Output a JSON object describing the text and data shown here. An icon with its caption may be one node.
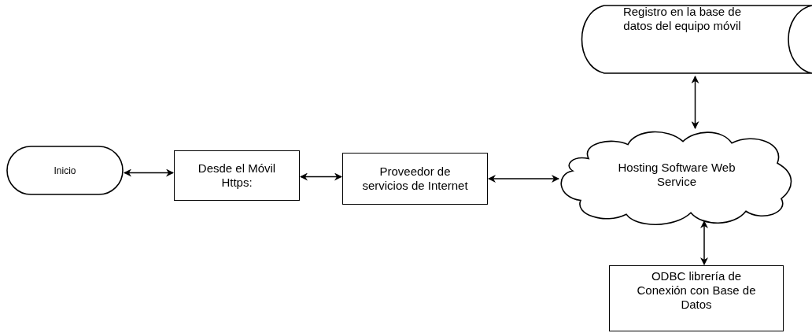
{
  "diagram": {
    "nodes": [
      {
        "text": [
          "Inicio"
        ]
      },
      {
        "text": [
          "Desde el Móvil Https:"
        ]
      },
      {
        "text": [
          "Proveedor de servicios de Internet"
        ]
      },
      {
        "text": [
          "Hosting Software Web Service"
        ]
      },
      {
        "text": [
          "Registro en la base de datos del equipo móvil"
        ]
      },
      {
        "text": [
          "ODBC librería de Conexión con Base de Datos"
        ]
      }
    ],
    "edges": [
      {
        "from": 0,
        "to": 1,
        "arrow": "both"
      },
      {
        "from": 1,
        "to": 2,
        "arrow": "both"
      },
      {
        "from": 2,
        "to": 3,
        "arrow": "both"
      },
      {
        "from": 4,
        "to": 3,
        "arrow": "both"
      },
      {
        "from": 3,
        "to": 5,
        "arrow": "both"
      }
    ]
  }
}
